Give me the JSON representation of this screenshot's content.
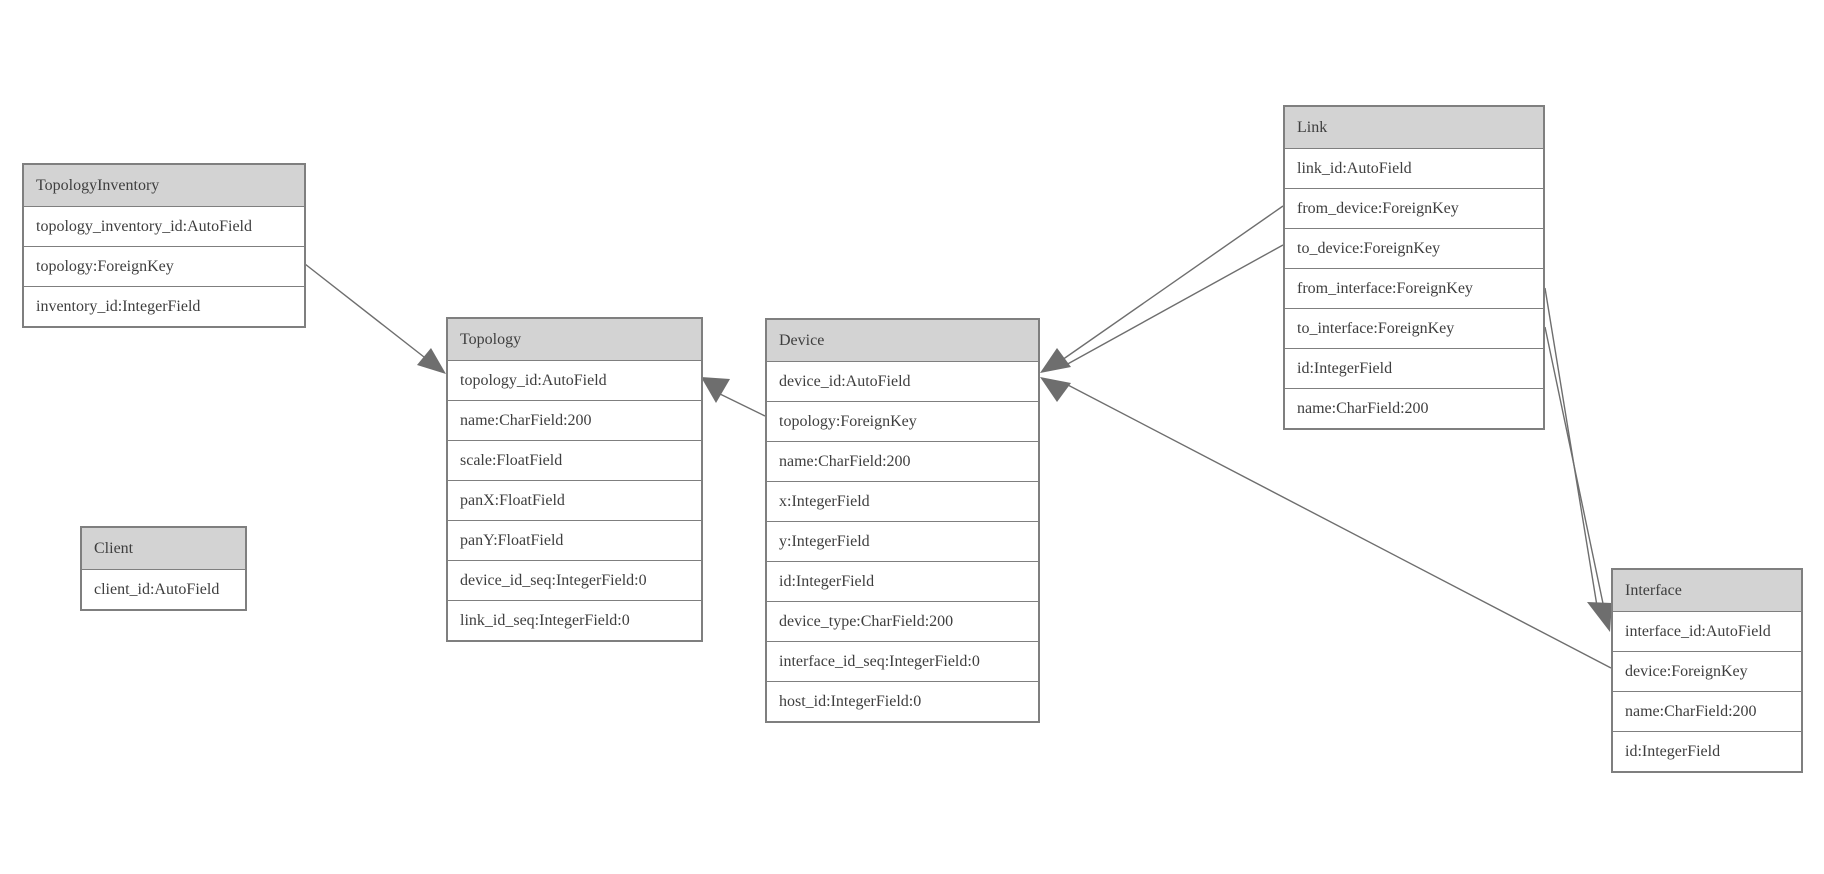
{
  "colors": {
    "background": "#ffffff",
    "header_fill": "#d3d3d3",
    "border": "#7f7f7f",
    "text": "#3e3e3e",
    "line": "#6e6e6e"
  },
  "tables": [
    {
      "name": "TopologyInventory",
      "fields": [
        "topology_inventory_id:AutoField",
        "topology:ForeignKey",
        "inventory_id:IntegerField"
      ]
    },
    {
      "name": "Topology",
      "fields": [
        "topology_id:AutoField",
        "name:CharField:200",
        "scale:FloatField",
        "panX:FloatField",
        "panY:FloatField",
        "device_id_seq:IntegerField:0",
        "link_id_seq:IntegerField:0"
      ]
    },
    {
      "name": "Client",
      "fields": [
        "client_id:AutoField"
      ]
    },
    {
      "name": "Device",
      "fields": [
        "device_id:AutoField",
        "topology:ForeignKey",
        "name:CharField:200",
        "x:IntegerField",
        "y:IntegerField",
        "id:IntegerField",
        "device_type:CharField:200",
        "interface_id_seq:IntegerField:0",
        "host_id:IntegerField:0"
      ]
    },
    {
      "name": "Link",
      "fields": [
        "link_id:AutoField",
        "from_device:ForeignKey",
        "to_device:ForeignKey",
        "from_interface:ForeignKey",
        "to_interface:ForeignKey",
        "id:IntegerField",
        "name:CharField:200"
      ]
    },
    {
      "name": "Interface",
      "fields": [
        "interface_id:AutoField",
        "device:ForeignKey",
        "name:CharField:200",
        "id:IntegerField"
      ]
    }
  ],
  "relations": [
    {
      "from": "TopologyInventory.topology",
      "to": "Topology",
      "arrow_at": "Topology"
    },
    {
      "from": "Device.topology",
      "to": "Topology",
      "arrow_at": "Topology"
    },
    {
      "from": "Link.from_device",
      "to": "Device",
      "arrow_at": "Device"
    },
    {
      "from": "Link.to_device",
      "to": "Device",
      "arrow_at": "Device"
    },
    {
      "from": "Link.from_interface",
      "to": "Interface",
      "arrow_at": "Interface"
    },
    {
      "from": "Link.to_interface",
      "to": "Interface",
      "arrow_at": "Interface"
    },
    {
      "from": "Interface.device",
      "to": "Device",
      "arrow_at": "Device"
    }
  ]
}
